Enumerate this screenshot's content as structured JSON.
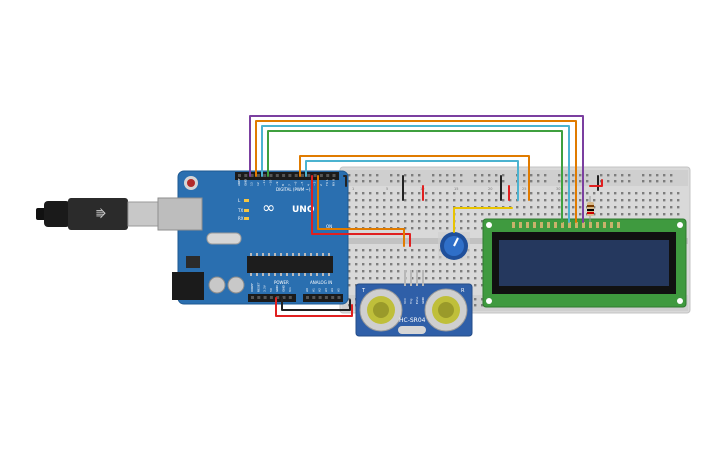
{
  "arduino": {
    "logo": "UNO",
    "header_digital": "DIGITAL (PWM ~)",
    "header_power": "POWER",
    "header_analog": "ANALOG IN",
    "pin_labels_digital": [
      "AREF",
      "GND",
      "13",
      "12",
      "~11",
      "~10",
      "~9",
      "8",
      "7",
      "~6",
      "~5",
      "4",
      "~3",
      "2",
      "TX 1",
      "RX 0"
    ],
    "pin_labels_power": [
      "IOREF",
      "RESET",
      "3.3V",
      "5V",
      "GND",
      "GND",
      "Vin"
    ],
    "pin_labels_analog": [
      "A0",
      "A1",
      "A2",
      "A3",
      "A4",
      "A5"
    ],
    "led_labels": [
      "L",
      "TX",
      "RX"
    ],
    "on_label": "ON"
  },
  "sensor": {
    "model": "HC-SR04",
    "left_mark": "T",
    "right_mark": "R",
    "pins": [
      "VCC",
      "Trig",
      "Echo",
      "GND"
    ]
  },
  "breadboard": {
    "column_numbers": [
      "1",
      "5",
      "10",
      "15",
      "20",
      "25",
      "30"
    ]
  },
  "colors": {
    "board": "#2a6fb0",
    "breadboard": "#d9d9d9",
    "lcd_pcb": "#3f9a3f",
    "lcd_screen": "#25385e",
    "sensor": "#2f5fa8",
    "wire_purple": "#7b3fa0",
    "wire_orange": "#e07b00",
    "wire_green": "#3fa03f",
    "wire_cyan": "#4bb3d0",
    "wire_red": "#e02020",
    "wire_black": "#222222",
    "wire_yellow": "#e8c300"
  }
}
